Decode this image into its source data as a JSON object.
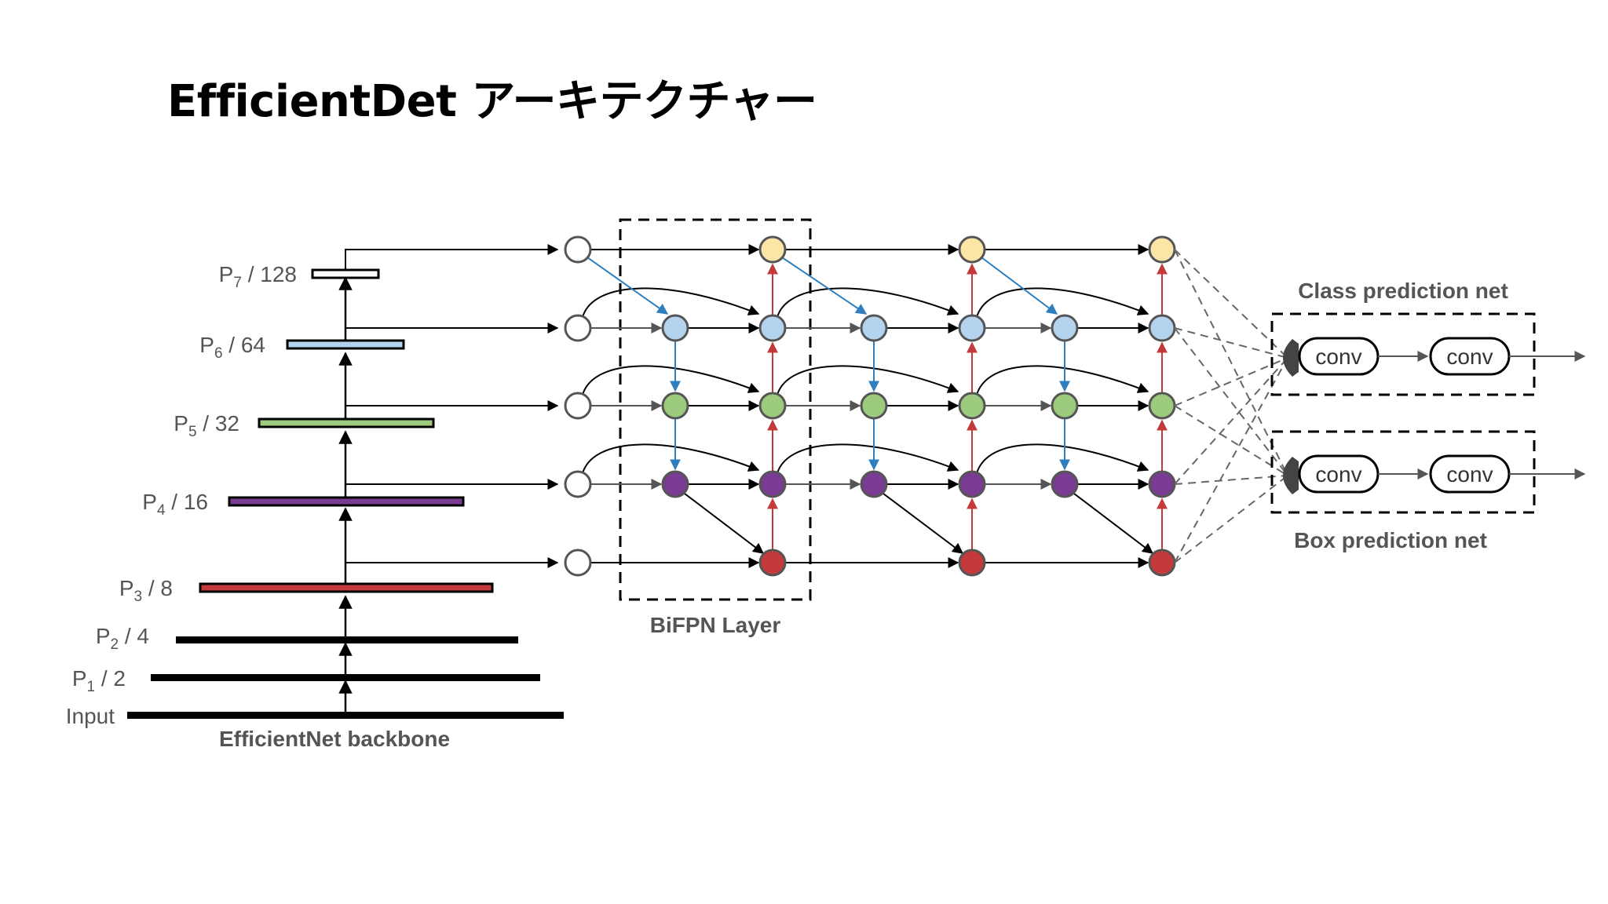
{
  "title": "EfficientDet アーキテクチャー",
  "backbone": {
    "caption": "EfficientNet backbone",
    "levels": [
      {
        "p": "P",
        "sub": "7",
        "suffix": " / 128",
        "color": "#ffffff"
      },
      {
        "p": "P",
        "sub": "6",
        "suffix": " / 64",
        "color": "#b4d3ee"
      },
      {
        "p": "P",
        "sub": "5",
        "suffix": " / 32",
        "color": "#9ccb7e"
      },
      {
        "p": "P",
        "sub": "4",
        "suffix": " / 16",
        "color": "#7a3b92"
      },
      {
        "p": "P",
        "sub": "3",
        "suffix": " / 8",
        "color": "#c43a3a"
      },
      {
        "p": "P",
        "sub": "2",
        "suffix": " / 4",
        "color": "#000000"
      },
      {
        "p": "P",
        "sub": "1",
        "suffix": " / 2",
        "color": "#000000"
      },
      {
        "p": "Input",
        "sub": "",
        "suffix": "",
        "color": "#000000"
      }
    ]
  },
  "bifpn": {
    "caption": "BiFPN Layer",
    "node_colors": {
      "p7": "#fbe6a6",
      "p6": "#b4d3ee",
      "p5": "#9ccb7e",
      "p4": "#7a3b92",
      "p3": "#c43a3a"
    },
    "edge_colors": {
      "top_down": "#2e7fbf",
      "bottom_up": "#c43a3a"
    }
  },
  "heads": {
    "class": {
      "caption": "Class prediction net",
      "convs": [
        "conv",
        "conv"
      ]
    },
    "box": {
      "caption": "Box prediction net",
      "convs": [
        "conv",
        "conv"
      ]
    }
  }
}
